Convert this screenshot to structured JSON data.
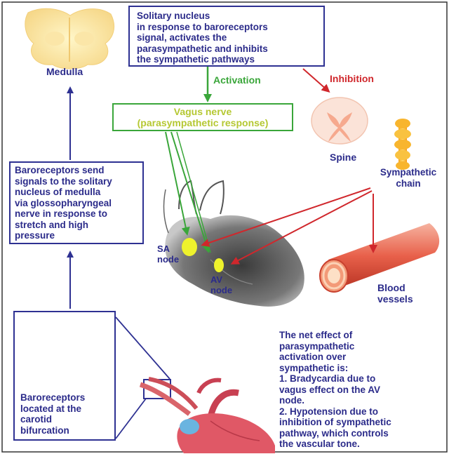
{
  "solitary_nucleus_text": "Solitary nucleus\nin response to baroreceptors\nsignal, activates the\nparasympathetic and inhibits\nthe sympathetic pathways",
  "medulla_label": "Medulla",
  "activation_label": "Activation",
  "inhibition_label": "Inhibition",
  "vagus_nerve_text": "Vagus nerve\n(parasympathetic response)",
  "spine_label": "Spine",
  "sympathetic_chain_label": "Sympathetic\nchain",
  "baroreceptor_signal_text": "Baroreceptors send\nsignals to the solitary\nnucleus of medulla\nvia glossopharyngeal\nnerve in response to\nstretch and high\npressure",
  "sa_node_label": "SA\nnode",
  "av_node_label": "AV\nnode",
  "blood_vessels_label": "Blood\nvessels",
  "net_effect_text": "The net effect of\nparasympathetic\nactivation over\nsympathetic is:\n1. Bradycardia due to\nvagus effect on the AV\nnode.\n2. Hypotension due to\ninhibition of sympathetic\npathway, which controls\nthe vascular tone.",
  "carotid_text": "Baroreceptors\nlocated at the\ncarotid\nbifurcation",
  "colors": {
    "box_border": "#2e3192",
    "text_blue": "#2b2b8a",
    "activation_green": "#3aa63a",
    "vagus_text": "#b5c832",
    "inhibition_red": "#d0272c",
    "node_yellow": "#eef22c"
  }
}
